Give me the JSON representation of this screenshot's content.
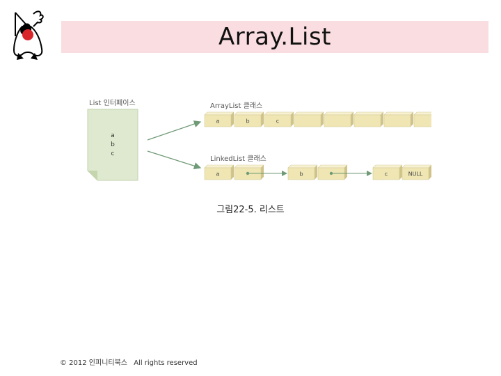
{
  "slide": {
    "title": "Array.List",
    "caption": "그림22-5. 리스트",
    "copyright": "© 2012 인피니티북스",
    "rights": "All rights reserved"
  },
  "figure": {
    "interface_label": "List 인터페이스",
    "interface_items": [
      "a",
      "b",
      "c"
    ],
    "arraylist_label": "ArrayList 클래스",
    "arraylist_cells": [
      "a",
      "b",
      "c",
      "",
      "",
      "",
      "",
      ""
    ],
    "linkedlist_label": "LinkedList 클래스",
    "linkedlist_nodes": [
      "a",
      "b",
      "c"
    ],
    "null_label": "NULL",
    "colors": {
      "cell_fill": "#efe6b4",
      "cell_top": "#f7f1d2",
      "cell_side": "#cfc38a",
      "note_fill": "#dfe9cf",
      "arrow": "#6f9a76",
      "title_bg": "#f9dde0"
    }
  }
}
